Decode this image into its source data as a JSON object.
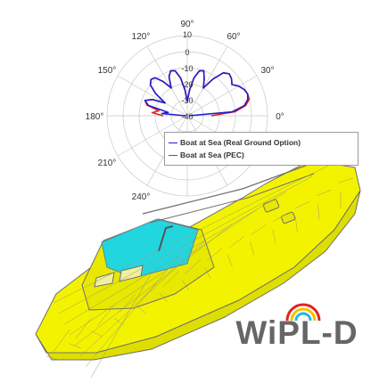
{
  "chart_data": {
    "type": "polar",
    "angle_labels": [
      "0°",
      "30°",
      "60°",
      "90°",
      "120°",
      "150°",
      "180°",
      "210°",
      "240°"
    ],
    "radial_tick_labels": [
      "10",
      "0",
      "-10",
      "-20",
      "-30",
      "-40"
    ],
    "radial_range": [
      -40,
      10
    ],
    "grid": true,
    "legend_position": "right",
    "series": [
      {
        "name": "Boat at Sea (Real Ground Option)",
        "color": "#1f1fd0",
        "angles_deg": [
          0,
          5,
          10,
          15,
          20,
          25,
          30,
          35,
          40,
          45,
          50,
          55,
          60,
          65,
          70,
          75,
          80,
          85,
          90,
          95,
          100,
          105,
          110,
          115,
          120,
          125,
          130,
          135,
          140,
          145,
          150,
          155,
          160,
          165,
          170,
          175,
          180
        ],
        "values_db": [
          -39,
          -12,
          -4,
          -1,
          0,
          -1,
          -3,
          -6,
          -4,
          -3,
          -5,
          -12,
          -20,
          -15,
          -10,
          -11,
          -16,
          -24,
          -31,
          -24,
          -16,
          -11,
          -10,
          -13,
          -20,
          -14,
          -9,
          -8,
          -10,
          -16,
          -24,
          -16,
          -12,
          -15,
          -28,
          -24,
          -39
        ]
      },
      {
        "name": "Boat at Sea (PEC)",
        "color": "#e0241f",
        "angles_deg": [
          0,
          5,
          10,
          15,
          20,
          25,
          30,
          35,
          40,
          45,
          50,
          55,
          60,
          65,
          70,
          75,
          80,
          85,
          90,
          95,
          100,
          105,
          110,
          115,
          120,
          125,
          130,
          135,
          140,
          145,
          150,
          155,
          160,
          165,
          170,
          175,
          180
        ],
        "values_db": [
          -25,
          -10,
          -3,
          0,
          0,
          -1,
          -3,
          -6,
          -4,
          -3,
          -5,
          -12,
          -20,
          -15,
          -10,
          -11,
          -16,
          -24,
          -31,
          -24,
          -16,
          -11,
          -10,
          -13,
          -20,
          -14,
          -9,
          -8,
          -10,
          -16,
          -24,
          -16,
          -12,
          -14,
          -22,
          -18,
          -25
        ]
      }
    ]
  },
  "logo": {
    "text": "WiPL-D",
    "arc_colors": [
      "#e0241f",
      "#f2c200",
      "#2bb5e0"
    ]
  },
  "colors": {
    "hull": "#f3f300",
    "cabin_roof": "#22d6e0",
    "mesh_lines": "#8a8a8a"
  }
}
